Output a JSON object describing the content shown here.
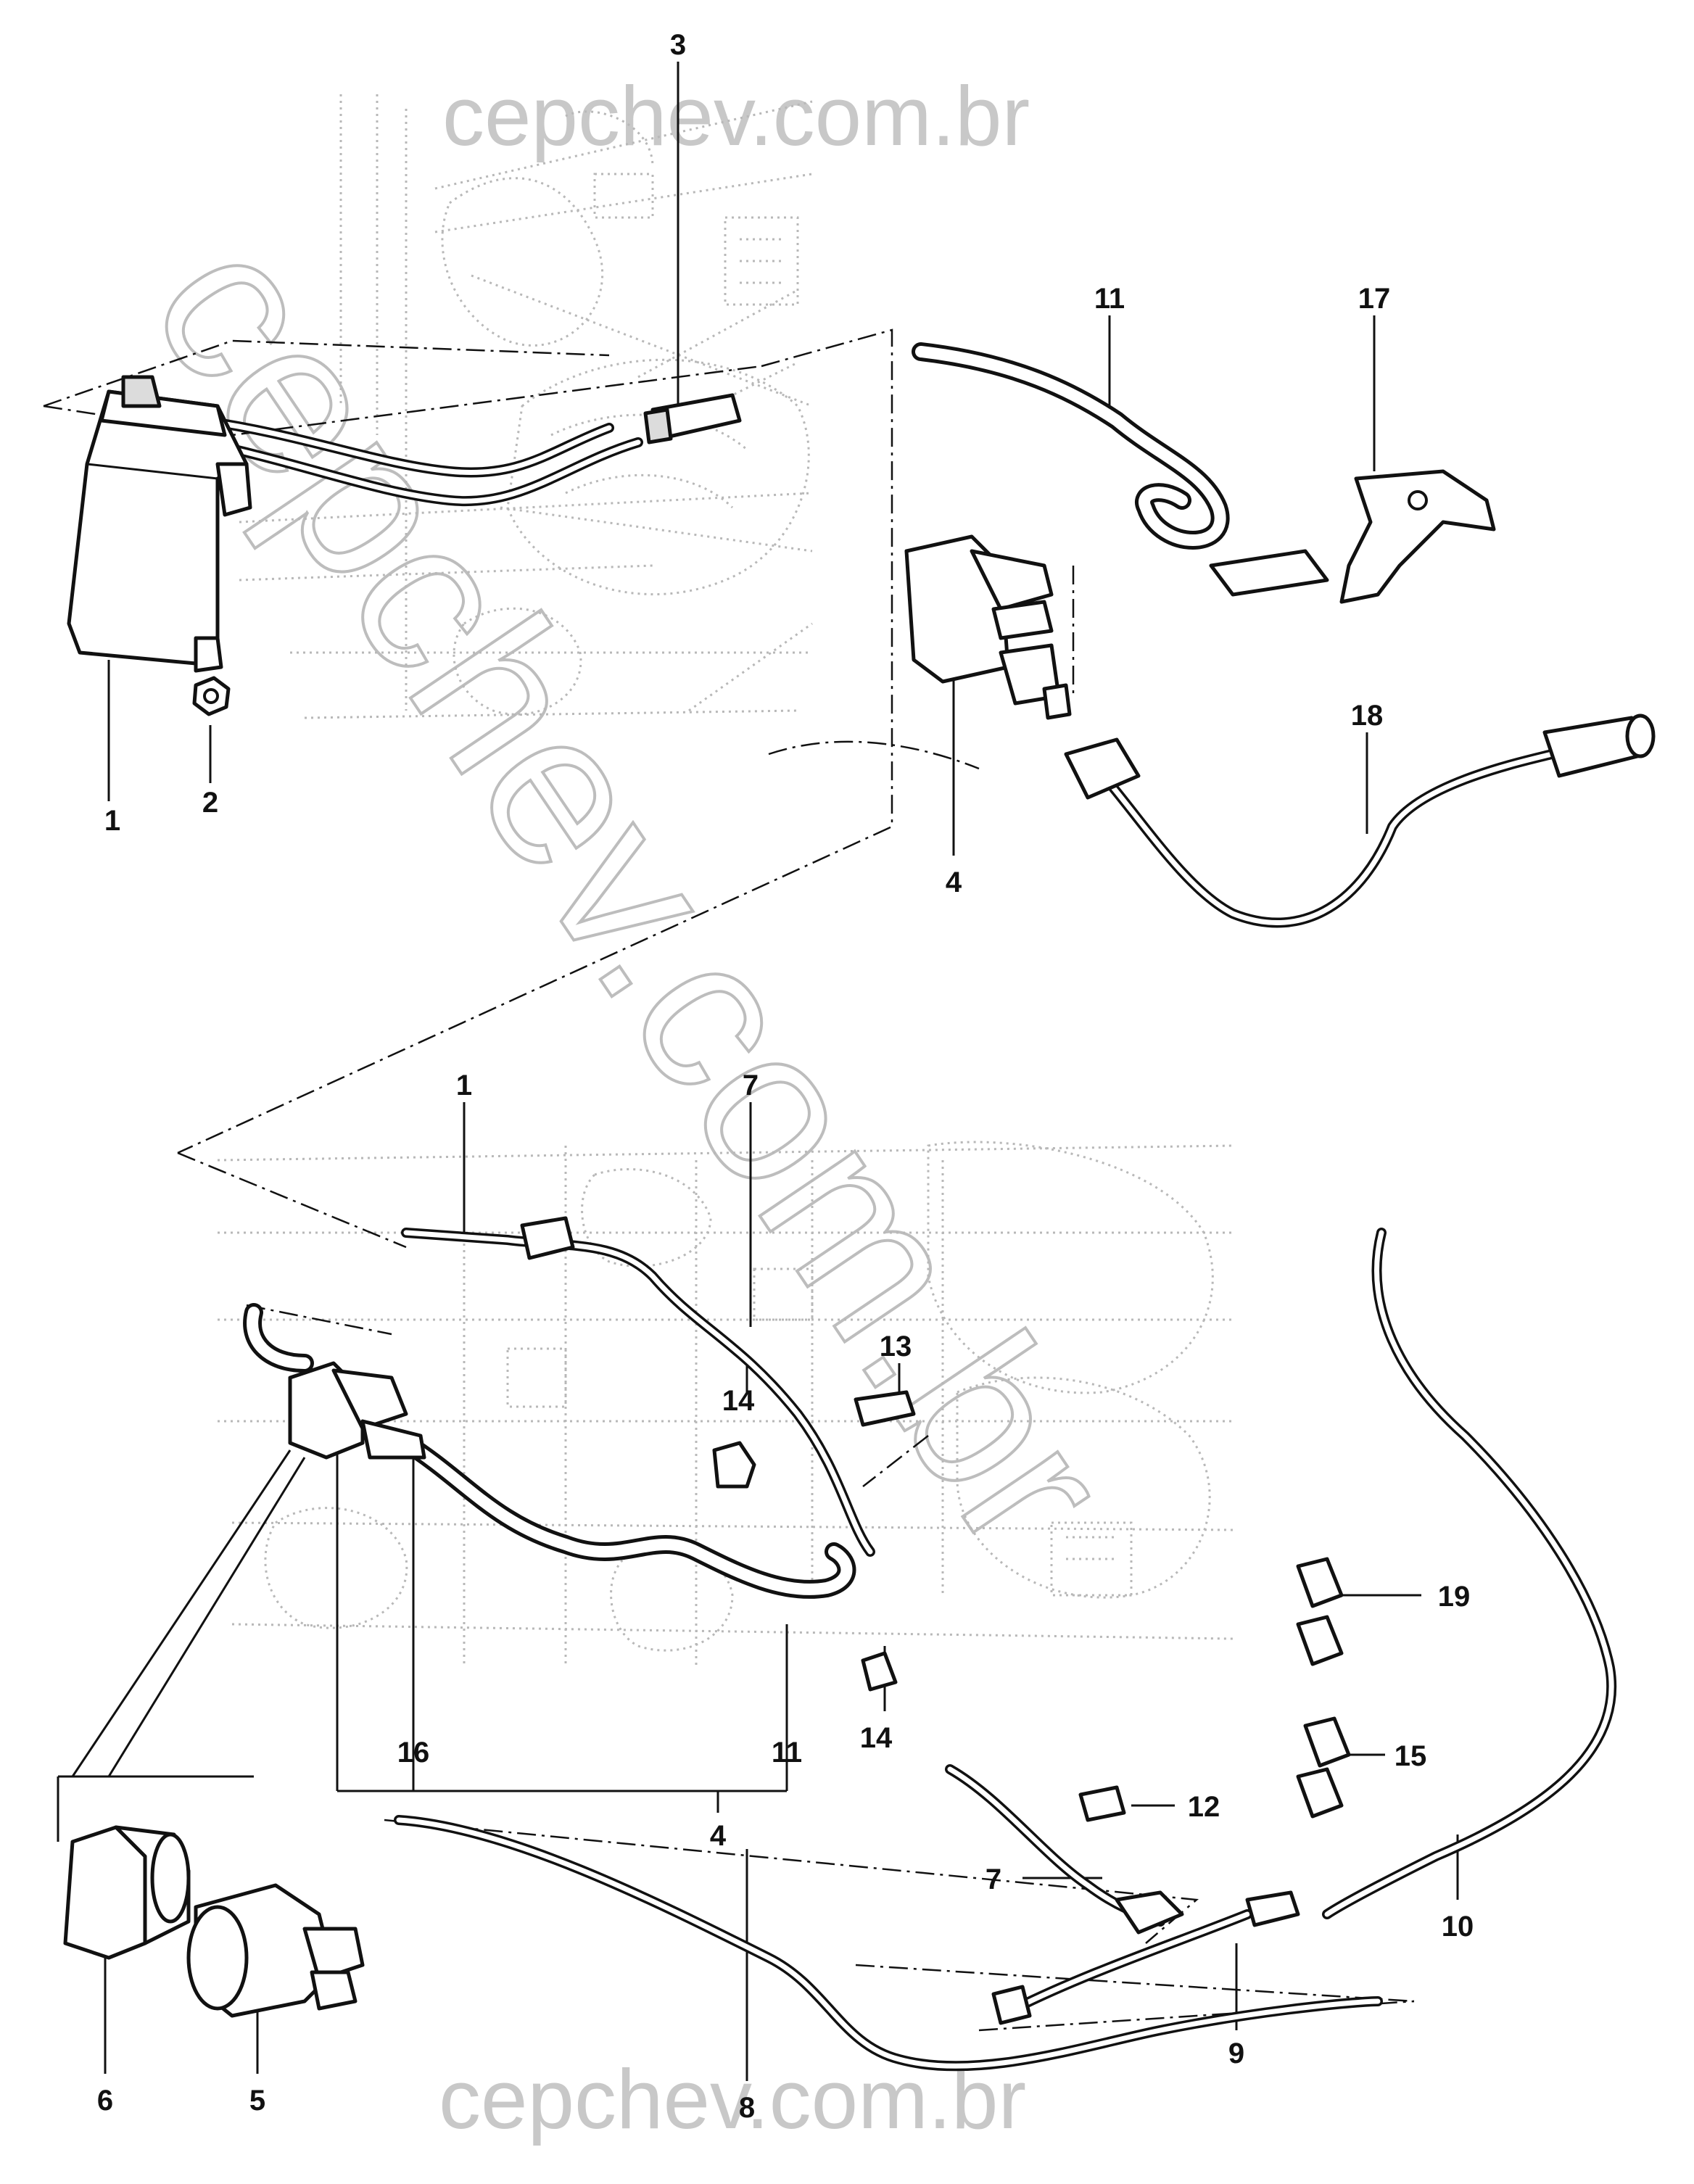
{
  "watermark": {
    "top": "cepchev.com.br",
    "bottom": "cepchev.com.br",
    "diagonal": "cepchev.com.br"
  },
  "callouts": [
    {
      "id": "c1a",
      "text": "1"
    },
    {
      "id": "c2",
      "text": "2"
    },
    {
      "id": "c3",
      "text": "3"
    },
    {
      "id": "c11a",
      "text": "11"
    },
    {
      "id": "c17",
      "text": "17"
    },
    {
      "id": "c18",
      "text": "18"
    },
    {
      "id": "c4a",
      "text": "4"
    },
    {
      "id": "c1b",
      "text": "1"
    },
    {
      "id": "c7a",
      "text": "7"
    },
    {
      "id": "c13",
      "text": "13"
    },
    {
      "id": "c14a",
      "text": "14"
    },
    {
      "id": "c14b",
      "text": "14"
    },
    {
      "id": "c16",
      "text": "16"
    },
    {
      "id": "c11b",
      "text": "11"
    },
    {
      "id": "c4b",
      "text": "4"
    },
    {
      "id": "c19",
      "text": "19"
    },
    {
      "id": "c15",
      "text": "15"
    },
    {
      "id": "c12",
      "text": "12"
    },
    {
      "id": "c7b",
      "text": "7"
    },
    {
      "id": "c10",
      "text": "10"
    },
    {
      "id": "c9",
      "text": "9"
    },
    {
      "id": "c8",
      "text": "8"
    },
    {
      "id": "c6",
      "text": "6"
    },
    {
      "id": "c5",
      "text": "5"
    }
  ]
}
